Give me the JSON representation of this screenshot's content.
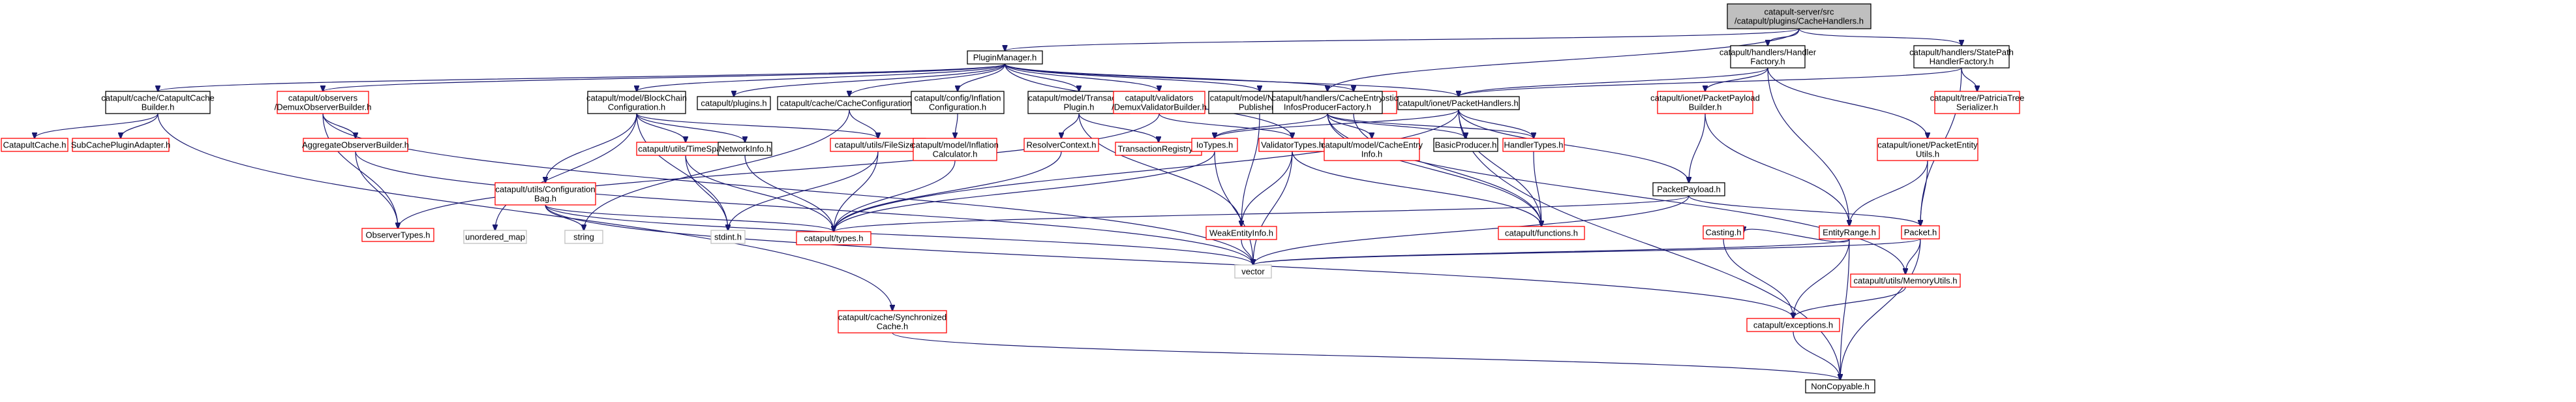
{
  "colors": {
    "edge": "#191970",
    "node_text": "#000000",
    "normal_border": "#000000",
    "missing_border": "#ff0000",
    "external_border": "#bfbfbf",
    "root_fill": "#bfbfbf",
    "node_fill": "#ffffff"
  },
  "nodes": [
    {
      "id": "root",
      "lines": [
        "catapult-server/src",
        "/catapult/plugins/CacheHandlers.h"
      ],
      "style": "root"
    },
    {
      "id": "pm",
      "lines": [
        "PluginManager.h"
      ],
      "style": "normal"
    },
    {
      "id": "hhf",
      "lines": [
        "catapult/handlers/Handler",
        "Factory.h"
      ],
      "style": "normal"
    },
    {
      "id": "sphf",
      "lines": [
        "catapult/handlers/StatePath",
        "HandlerFactory.h"
      ],
      "style": "normal"
    },
    {
      "id": "ccb",
      "lines": [
        "catapult/cache/CatapultCache",
        "Builder.h"
      ],
      "style": "normal"
    },
    {
      "id": "dob",
      "lines": [
        "catapult/observers",
        "/DemuxObserverBuilder.h"
      ],
      "style": "missing"
    },
    {
      "id": "bcc",
      "lines": [
        "catapult/model/BlockChain",
        "Configuration.h"
      ],
      "style": "normal"
    },
    {
      "id": "plugins",
      "lines": [
        "catapult/plugins.h"
      ],
      "style": "normal"
    },
    {
      "id": "ccfg",
      "lines": [
        "catapult/cache/CacheConfiguration.h"
      ],
      "style": "normal"
    },
    {
      "id": "icfg",
      "lines": [
        "catapult/config/Inflation",
        "Configuration.h"
      ],
      "style": "normal"
    },
    {
      "id": "mtp",
      "lines": [
        "catapult/model/Transaction",
        "Plugin.h"
      ],
      "style": "normal"
    },
    {
      "id": "dvb",
      "lines": [
        "catapult/validators",
        "/DemuxValidatorBuilder.h"
      ],
      "style": "missing"
    },
    {
      "id": "mnp",
      "lines": [
        "catapult/model/Notification",
        "Publisher.h"
      ],
      "style": "normal"
    },
    {
      "id": "udc",
      "lines": [
        "catapult/utils/Diagnostic",
        "Counter.h"
      ],
      "style": "missing"
    },
    {
      "id": "hce",
      "lines": [
        "catapult/handlers/CacheEntry",
        "InfosProducerFactory.h"
      ],
      "style": "normal"
    },
    {
      "id": "iph",
      "lines": [
        "catapult/ionet/PacketHandlers.h"
      ],
      "style": "normal"
    },
    {
      "id": "ippb",
      "lines": [
        "catapult/ionet/PacketPayload",
        "Builder.h"
      ],
      "style": "missing"
    },
    {
      "id": "tps",
      "lines": [
        "catapult/tree/PatriciaTree",
        "Serializer.h"
      ],
      "style": "missing"
    },
    {
      "id": "cc",
      "lines": [
        "CatapultCache.h"
      ],
      "style": "missing"
    },
    {
      "id": "scpa",
      "lines": [
        "SubCachePluginAdapter.h"
      ],
      "style": "missing"
    },
    {
      "id": "aob",
      "lines": [
        "AggregateObserverBuilder.h"
      ],
      "style": "missing"
    },
    {
      "id": "obt",
      "lines": [
        "ObserverTypes.h"
      ],
      "style": "missing"
    },
    {
      "id": "ucb",
      "lines": [
        "catapult/utils/Configuration",
        "Bag.h"
      ],
      "style": "missing"
    },
    {
      "id": "umap",
      "lines": [
        "unordered_map"
      ],
      "style": "external"
    },
    {
      "id": "str",
      "lines": [
        "string"
      ],
      "style": "external"
    },
    {
      "id": "uts",
      "lines": [
        "catapult/utils/TimeSpan.h"
      ],
      "style": "missing"
    },
    {
      "id": "ni",
      "lines": [
        "NetworkInfo.h"
      ],
      "style": "normal"
    },
    {
      "id": "ufs",
      "lines": [
        "catapult/utils/FileSize.h"
      ],
      "style": "missing"
    },
    {
      "id": "stdint",
      "lines": [
        "stdint.h"
      ],
      "style": "external"
    },
    {
      "id": "types",
      "lines": [
        "catapult/types.h"
      ],
      "style": "missing"
    },
    {
      "id": "mic",
      "lines": [
        "catapult/model/Inflation",
        "Calculator.h"
      ],
      "style": "missing"
    },
    {
      "id": "rc",
      "lines": [
        "ResolverContext.h"
      ],
      "style": "missing"
    },
    {
      "id": "tr",
      "lines": [
        "TransactionRegistry.h"
      ],
      "style": "missing"
    },
    {
      "id": "iot",
      "lines": [
        "IoTypes.h"
      ],
      "style": "missing"
    },
    {
      "id": "vt",
      "lines": [
        "ValidatorTypes.h"
      ],
      "style": "missing"
    },
    {
      "id": "wei",
      "lines": [
        "WeakEntityInfo.h"
      ],
      "style": "missing"
    },
    {
      "id": "mcei",
      "lines": [
        "catapult/model/CacheEntry",
        "Info.h"
      ],
      "style": "missing"
    },
    {
      "id": "bp",
      "lines": [
        "BasicProducer.h"
      ],
      "style": "normal"
    },
    {
      "id": "ht",
      "lines": [
        "HandlerTypes.h"
      ],
      "style": "missing"
    },
    {
      "id": "funcs",
      "lines": [
        "catapult/functions.h"
      ],
      "style": "missing"
    },
    {
      "id": "pp",
      "lines": [
        "PacketPayload.h"
      ],
      "style": "normal"
    },
    {
      "id": "ipeu",
      "lines": [
        "catapult/ionet/PacketEntity",
        "Utils.h"
      ],
      "style": "missing"
    },
    {
      "id": "er",
      "lines": [
        "EntityRange.h"
      ],
      "style": "missing"
    },
    {
      "id": "casting",
      "lines": [
        "Casting.h"
      ],
      "style": "missing"
    },
    {
      "id": "packet",
      "lines": [
        "Packet.h"
      ],
      "style": "missing"
    },
    {
      "id": "vector",
      "lines": [
        "vector"
      ],
      "style": "external"
    },
    {
      "id": "umu",
      "lines": [
        "catapult/utils/MemoryUtils.h"
      ],
      "style": "missing"
    },
    {
      "id": "csc",
      "lines": [
        "catapult/cache/Synchronized",
        "Cache.h"
      ],
      "style": "missing"
    },
    {
      "id": "exc",
      "lines": [
        "catapult/exceptions.h"
      ],
      "style": "missing"
    },
    {
      "id": "nc",
      "lines": [
        "NonCopyable.h"
      ],
      "style": "normal"
    }
  ],
  "edges": [
    [
      "root",
      "pm"
    ],
    [
      "root",
      "hhf"
    ],
    [
      "root",
      "sphf"
    ],
    [
      "root",
      "hce"
    ],
    [
      "pm",
      "ccb"
    ],
    [
      "pm",
      "dob"
    ],
    [
      "pm",
      "bcc"
    ],
    [
      "pm",
      "plugins"
    ],
    [
      "pm",
      "ccfg"
    ],
    [
      "pm",
      "icfg"
    ],
    [
      "pm",
      "mtp"
    ],
    [
      "pm",
      "dvb"
    ],
    [
      "pm",
      "mnp"
    ],
    [
      "pm",
      "udc"
    ],
    [
      "pm",
      "vt"
    ],
    [
      "pm",
      "iph"
    ],
    [
      "hhf",
      "iph"
    ],
    [
      "hhf",
      "ippb"
    ],
    [
      "hhf",
      "ipeu"
    ],
    [
      "hhf",
      "er"
    ],
    [
      "sphf",
      "iph"
    ],
    [
      "sphf",
      "tps"
    ],
    [
      "sphf",
      "packet"
    ],
    [
      "ccb",
      "cc"
    ],
    [
      "ccb",
      "scpa"
    ],
    [
      "ccb",
      "csc"
    ],
    [
      "dob",
      "aob"
    ],
    [
      "dob",
      "obt"
    ],
    [
      "dob",
      "vector"
    ],
    [
      "bcc",
      "ucb"
    ],
    [
      "bcc",
      "uts"
    ],
    [
      "bcc",
      "ni"
    ],
    [
      "bcc",
      "ufs"
    ],
    [
      "bcc",
      "umap"
    ],
    [
      "bcc",
      "stdint"
    ],
    [
      "ccfg",
      "ufs"
    ],
    [
      "ccfg",
      "str"
    ],
    [
      "icfg",
      "mic"
    ],
    [
      "mtp",
      "rc"
    ],
    [
      "mtp",
      "tr"
    ],
    [
      "mtp",
      "wei"
    ],
    [
      "dvb",
      "vt"
    ],
    [
      "dvb",
      "obt"
    ],
    [
      "mnp",
      "wei"
    ],
    [
      "udc",
      "funcs"
    ],
    [
      "hce",
      "iot"
    ],
    [
      "hce",
      "mcei"
    ],
    [
      "hce",
      "bp"
    ],
    [
      "hce",
      "ht"
    ],
    [
      "hce",
      "funcs"
    ],
    [
      "hce",
      "umu"
    ],
    [
      "iph",
      "iot"
    ],
    [
      "iph",
      "ht"
    ],
    [
      "iph",
      "pp"
    ],
    [
      "iph",
      "types"
    ],
    [
      "iph",
      "funcs"
    ],
    [
      "iph",
      "nc"
    ],
    [
      "ippb",
      "pp"
    ],
    [
      "ippb",
      "er"
    ],
    [
      "aob",
      "obt"
    ],
    [
      "aob",
      "vector"
    ],
    [
      "ucb",
      "str"
    ],
    [
      "ucb",
      "types"
    ],
    [
      "ucb",
      "exc"
    ],
    [
      "ucb",
      "vector"
    ],
    [
      "uts",
      "types"
    ],
    [
      "uts",
      "stdint"
    ],
    [
      "ni",
      "types"
    ],
    [
      "ufs",
      "types"
    ],
    [
      "ufs",
      "stdint"
    ],
    [
      "mic",
      "types"
    ],
    [
      "rc",
      "types"
    ],
    [
      "iot",
      "types"
    ],
    [
      "iot",
      "vector"
    ],
    [
      "vt",
      "wei"
    ],
    [
      "vt",
      "funcs"
    ],
    [
      "vt",
      "vector"
    ],
    [
      "wei",
      "vector"
    ],
    [
      "ht",
      "funcs"
    ],
    [
      "pp",
      "packet"
    ],
    [
      "pp",
      "types"
    ],
    [
      "pp",
      "vector"
    ],
    [
      "ipeu",
      "er"
    ],
    [
      "ipeu",
      "packet"
    ],
    [
      "er",
      "casting"
    ],
    [
      "er",
      "vector"
    ],
    [
      "er",
      "exc"
    ],
    [
      "er",
      "nc"
    ],
    [
      "casting",
      "exc"
    ],
    [
      "packet",
      "vector"
    ],
    [
      "packet",
      "umu"
    ],
    [
      "packet",
      "nc"
    ],
    [
      "umu",
      "exc"
    ],
    [
      "csc",
      "nc"
    ],
    [
      "exc",
      "nc"
    ]
  ]
}
